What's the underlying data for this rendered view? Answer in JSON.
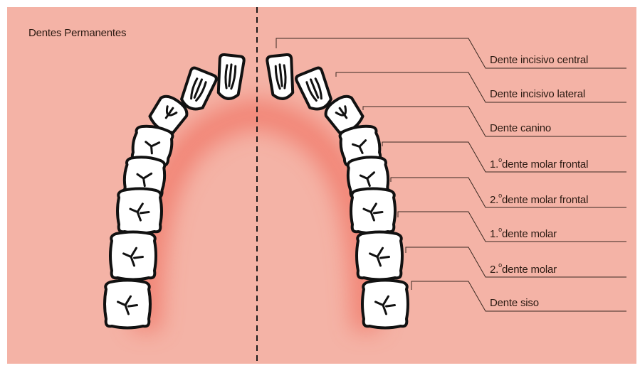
{
  "title": "Dentes Permanentes",
  "colors": {
    "background": "#f4b3a6",
    "glow": "#f05a4a",
    "tooth_fill": "#ffffff",
    "tooth_stroke": "#111111",
    "leader": "#3a2a22",
    "divider": "#1a1a1a"
  },
  "labels": [
    {
      "prefix": "",
      "sup": "",
      "text": "Dente incisivo central"
    },
    {
      "prefix": "",
      "sup": "",
      "text": "Dente incisivo lateral"
    },
    {
      "prefix": "",
      "sup": "",
      "text": "Dente canino"
    },
    {
      "prefix": "1.",
      "sup": "o",
      "text": "dente molar frontal"
    },
    {
      "prefix": "2.",
      "sup": "o",
      "text": "dente molar frontal"
    },
    {
      "prefix": "1.",
      "sup": "o",
      "text": "dente molar"
    },
    {
      "prefix": "2.",
      "sup": "o",
      "text": "dente molar"
    },
    {
      "prefix": "",
      "sup": "",
      "text": "Dente siso"
    }
  ]
}
